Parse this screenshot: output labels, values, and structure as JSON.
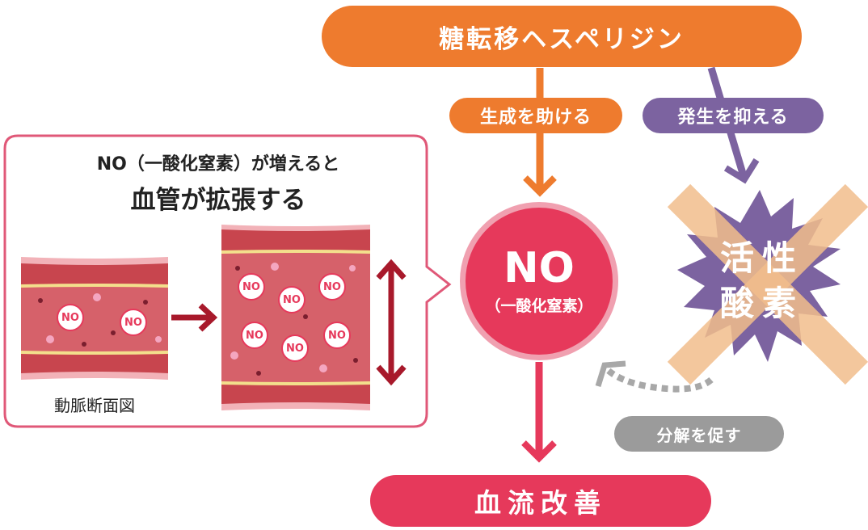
{
  "top": {
    "label": "糖転移ヘスペリジン"
  },
  "help": {
    "label": "生成を助ける"
  },
  "suppress": {
    "label": "発生を抑える"
  },
  "no_node": {
    "title": "NO",
    "subtitle": "（一酸化窒素）"
  },
  "active_oxygen": {
    "line1": "活性",
    "line2": "酸素"
  },
  "decompose": {
    "label": "分解を促す"
  },
  "result": {
    "label": "血流改善"
  },
  "callout": {
    "line1": "NO（一酸化窒素）が増えると",
    "line2": "血管が拡張する",
    "artery_label": "動脈断面図",
    "bubble_text": "NO"
  },
  "colors": {
    "orange": "#ee7b2e",
    "purple": "#7c63a0",
    "pink": "#e6395b",
    "gray": "#9b9b9b",
    "vessel": "#d6616a"
  }
}
